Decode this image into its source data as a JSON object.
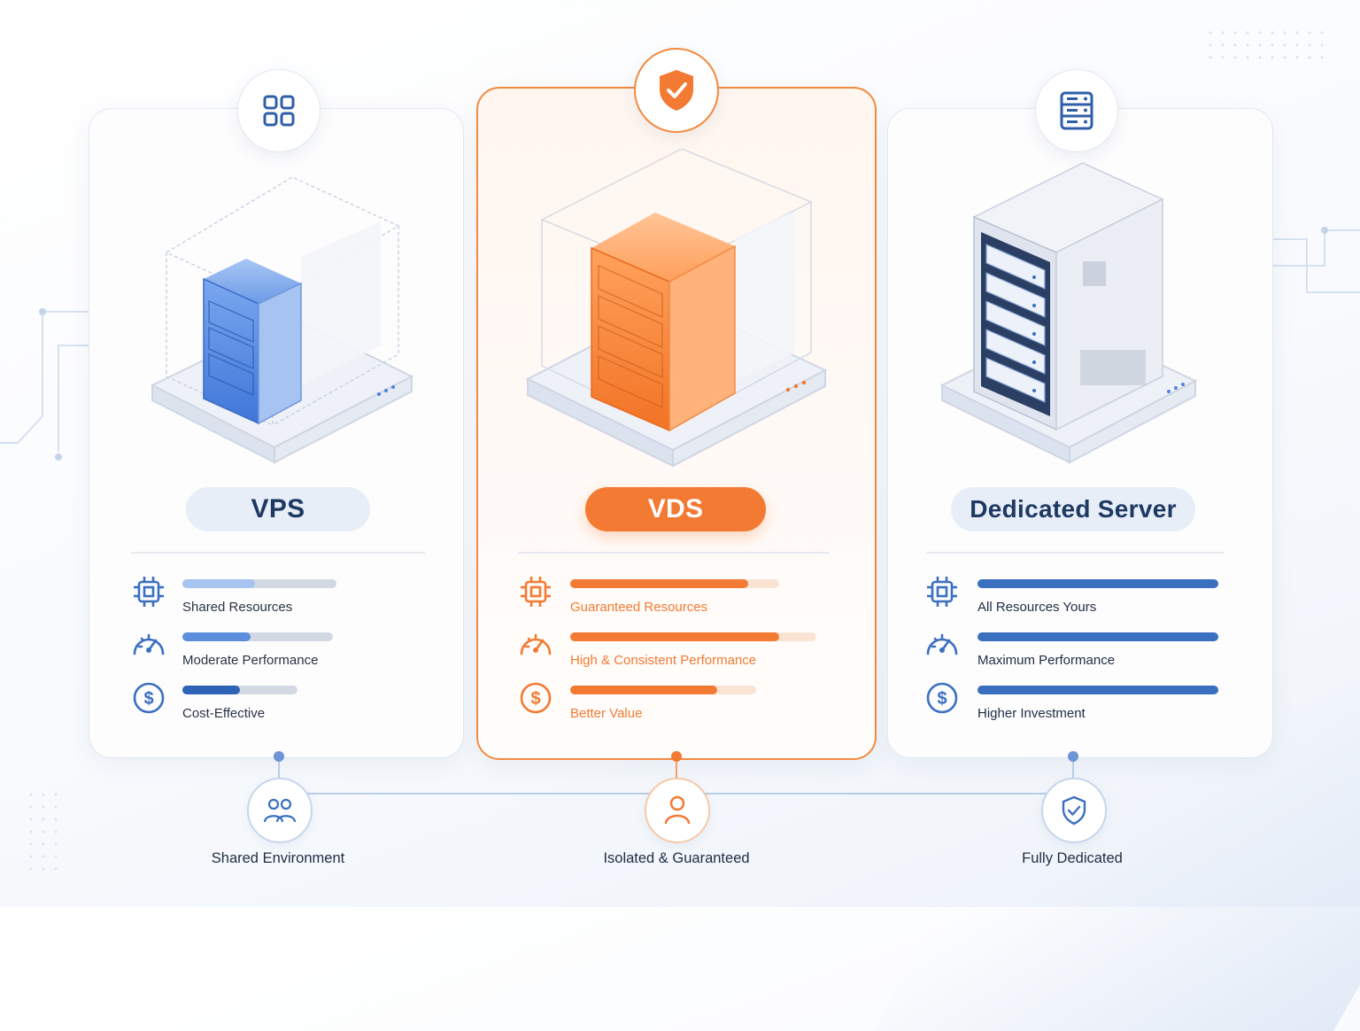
{
  "colors": {
    "accent_orange": "#f37a33",
    "accent_blue": "#3b6fc0",
    "navy": "#1e3a63"
  },
  "plans": [
    {
      "key": "vps",
      "title": "VPS",
      "badge_icon": "grid-icon",
      "features": [
        {
          "icon": "cpu-icon",
          "label": "Shared Resources",
          "level": 0.47
        },
        {
          "icon": "gauge-icon",
          "label": "Moderate Performance",
          "level": 0.45
        },
        {
          "icon": "dollar-icon",
          "label": "Cost-Effective",
          "level": 0.5
        }
      ]
    },
    {
      "key": "vds",
      "title": "VDS",
      "badge_icon": "shield-check-icon",
      "features": [
        {
          "icon": "cpu-icon",
          "label": "Guaranteed Resources",
          "level": 0.85
        },
        {
          "icon": "gauge-icon",
          "label": "High & Consistent Performance",
          "level": 0.85
        },
        {
          "icon": "dollar-icon",
          "label": "Better Value",
          "level": 0.79
        }
      ]
    },
    {
      "key": "ded",
      "title": "Dedicated Server",
      "badge_icon": "server-icon",
      "features": [
        {
          "icon": "cpu-icon",
          "label": "All Resources Yours",
          "level": 1.0
        },
        {
          "icon": "gauge-icon",
          "label": "Maximum Performance",
          "level": 1.0
        },
        {
          "icon": "dollar-icon",
          "label": "Higher Investment",
          "level": 1.0
        }
      ]
    }
  ],
  "bottom": [
    {
      "icon": "users-icon",
      "label": "Shared Environment"
    },
    {
      "icon": "user-icon",
      "label": "Isolated & Guaranteed"
    },
    {
      "icon": "shield-check-icon",
      "label": "Fully Dedicated"
    }
  ]
}
